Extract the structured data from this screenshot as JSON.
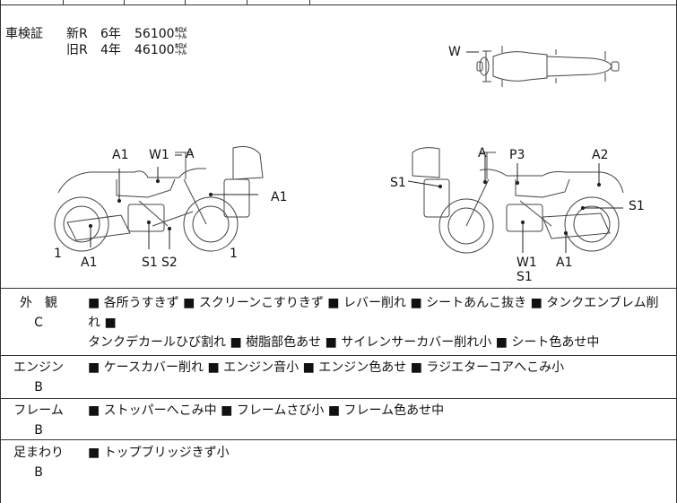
{
  "header": {
    "inspection_label": "車検証",
    "new_r": "新R",
    "new_years": "6年",
    "new_amount": "56100㌖",
    "old_r": "旧R",
    "old_years": "4年",
    "old_amount": "46100㌖"
  },
  "diagram_labels": {
    "top_w": "W",
    "left": {
      "a1_tank": "A1",
      "w1_a": "W1",
      "a_top": "A",
      "a1_rear": "A1",
      "mark_1_front": "1",
      "a1_front": "A1",
      "s1": "S1",
      "s2": "S2",
      "mark_1_rear": "1"
    },
    "right": {
      "a_top": "A",
      "p3": "P3",
      "a2": "A2",
      "s1_left": "S1",
      "s1_right": "S1",
      "w1": "W1",
      "a1": "A1",
      "s1_bottom": "S1"
    }
  },
  "sections": [
    {
      "title": "外　観",
      "grade": "C",
      "notes": [
        "■ 各所うすきず",
        "■ スクリーンこすりきず",
        "■ レバー削れ",
        "■ シートあんこ抜き",
        "■ タンクエンブレム削れ",
        "■",
        "タンクデカールひび割れ",
        "■ 樹脂部色あせ",
        "■ サイレンサーカバー削れ小",
        "■ シート色あせ中"
      ]
    },
    {
      "title": "エンジン",
      "grade": "B",
      "notes": [
        "■ ケースカバー削れ",
        "■ エンジン音小",
        "■ エンジン色あせ",
        "■ ラジエターコアへこみ小"
      ]
    },
    {
      "title": "フレーム",
      "grade": "B",
      "notes": [
        "■ ストッパーへこみ中",
        "■ フレームさび小",
        "■ フレーム色あせ中"
      ]
    },
    {
      "title": "足まわり",
      "grade": "B",
      "notes": [
        "■ トップブリッジきず小"
      ]
    }
  ]
}
